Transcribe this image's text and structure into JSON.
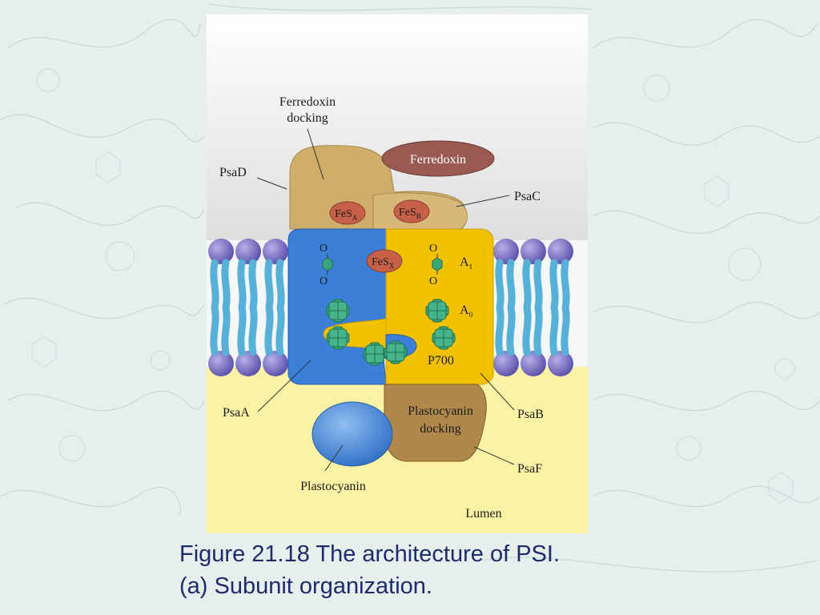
{
  "diagram": {
    "labels": {
      "ferredoxin_docking_1": "Ferredoxin",
      "ferredoxin_docking_2": "docking",
      "ferredoxin": "Ferredoxin",
      "psad": "PsaD",
      "psac": "PsaC",
      "fes_a": "FeS",
      "fes_a_sub": "A",
      "fes_b": "FeS",
      "fes_b_sub": "B",
      "fes_x": "FeS",
      "fes_x_sub": "X",
      "a1": "A",
      "a1_sub": "1",
      "a0": "A",
      "a0_sub": "0",
      "p700": "P700",
      "psaa": "PsaA",
      "psab": "PsaB",
      "plastocyanin_docking_1": "Plastocyanin",
      "plastocyanin_docking_2": "docking",
      "psaf": "PsaF",
      "plastocyanin": "Plastocyanin",
      "lumen": "Lumen",
      "quinone_o": "O"
    },
    "colors": {
      "psaa": "#3b7fd8",
      "psab": "#f2c200",
      "stromal_subunits": "#cfae6c",
      "ferredoxin": "#9a5a52",
      "fes_cluster": "#c76049",
      "lipid_head": "#7a6fc2",
      "lipid_tail": "#56b0d8",
      "chlorophyll": "#3aa67d",
      "lumen": "#fbf2a6",
      "plastocyanin": "#3f86d8"
    }
  },
  "caption": {
    "line1": "Figure 21.18 The architecture of PSI.",
    "line2": "(a) Subunit organization."
  }
}
